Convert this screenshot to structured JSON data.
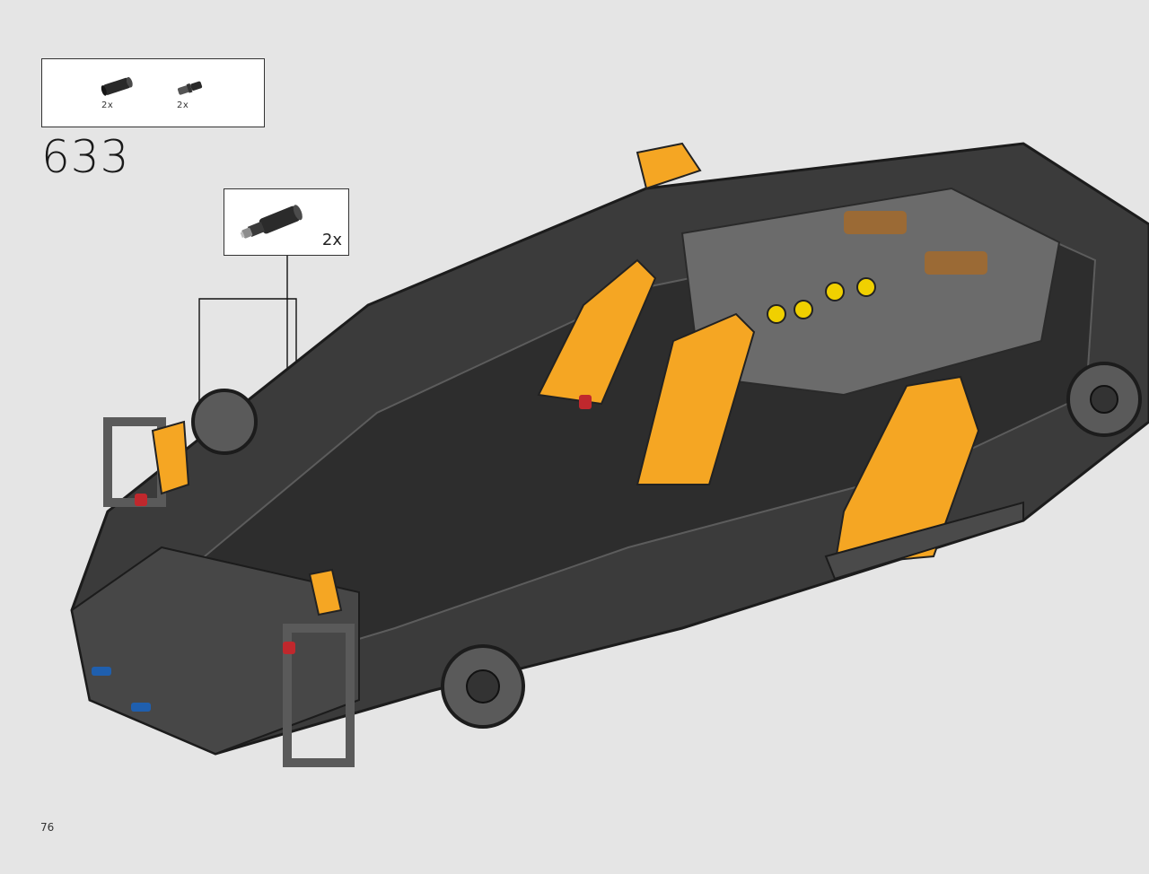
{
  "step": {
    "number": "633"
  },
  "parts_list": [
    {
      "name": "black-pin-connector-icon",
      "qty": "2x"
    },
    {
      "name": "dark-grey-axle-pin-icon",
      "qty": "2x"
    }
  ],
  "callout": {
    "part": "black-axle-pin-with-grey-tip-icon",
    "qty": "2x"
  },
  "page": {
    "number": "76"
  },
  "colors": {
    "background": "#e5e5e5",
    "frame": "#3a3a3a",
    "accent_orange": "#f5a623",
    "pin_blue": "#1f5fae",
    "pin_red": "#c0282d"
  }
}
